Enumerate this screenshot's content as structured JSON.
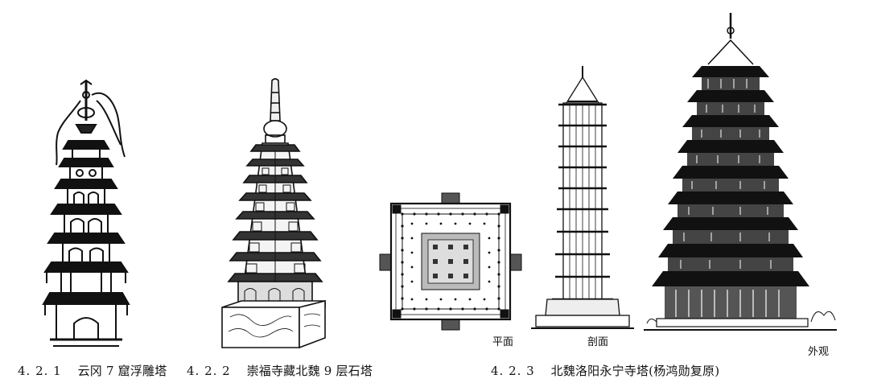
{
  "figures": [
    {
      "number": "4. 2. 1",
      "title": "云冈 7 窟浮雕塔"
    },
    {
      "number": "4. 2. 2",
      "title": "崇福寺藏北魏 9 层石塔"
    },
    {
      "number": "4. 2. 3",
      "title": "北魏洛阳永宁寺塔(杨鸿勋复原)"
    }
  ],
  "sub_labels": {
    "plan": "平面",
    "section": "剖面",
    "elevation": "外观"
  }
}
